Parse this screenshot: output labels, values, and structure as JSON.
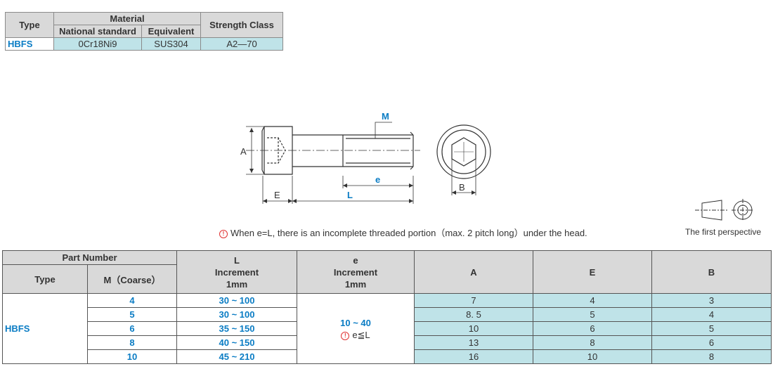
{
  "material_table": {
    "headers": {
      "type": "Type",
      "material": "Material",
      "national_standard": "National standard",
      "equivalent": "Equivalent",
      "strength_class": "Strength Class"
    },
    "row": {
      "type": "HBFS",
      "national_standard": "0Cr18Ni9",
      "equivalent": "SUS304",
      "strength_class": "A2—70"
    }
  },
  "drawing": {
    "labels": {
      "M": "M",
      "A": "A",
      "E": "E",
      "L": "L",
      "e": "e",
      "B": "B"
    }
  },
  "perspective": {
    "caption": "The first perspective"
  },
  "note": {
    "text": "When e=L,  there is an incomplete threaded portion（max. 2 pitch long）under the head."
  },
  "spec_table": {
    "headers": {
      "part_number": "Part Number",
      "type": "Type",
      "m": "M（Coarse）",
      "L_title": "L",
      "L_sub1": "Increment",
      "L_sub2": "1mm",
      "e_title": "e",
      "e_sub1": "Increment",
      "e_sub2": "1mm",
      "A": "A",
      "E": "E",
      "B": "B"
    },
    "type": "HBFS",
    "e_range": "10 ~ 40",
    "e_note": "e≦L",
    "rows": [
      {
        "m": "4",
        "L": "30 ~ 100",
        "A": "7",
        "E": "4",
        "B": "3"
      },
      {
        "m": "5",
        "L": "30 ~ 100",
        "A": "8. 5",
        "E": "5",
        "B": "4"
      },
      {
        "m": "6",
        "L": "35 ~ 150",
        "A": "10",
        "E": "6",
        "B": "5"
      },
      {
        "m": "8",
        "L": "40 ~ 150",
        "A": "13",
        "E": "8",
        "B": "6"
      },
      {
        "m": "10",
        "L": "45 ~ 210",
        "A": "16",
        "E": "10",
        "B": "8"
      }
    ]
  },
  "colors": {
    "accent": "#0a7cc4",
    "cyan_cell": "#bfe3e8",
    "header_gray": "#d9d9d9",
    "warn_red": "#e03030"
  }
}
